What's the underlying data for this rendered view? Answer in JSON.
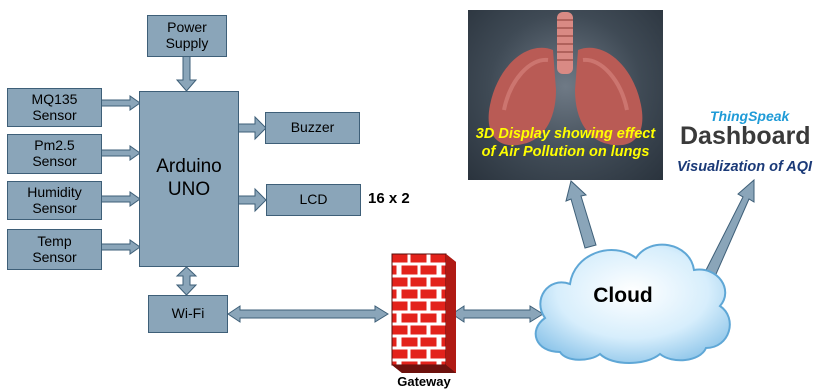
{
  "blocks": {
    "power_supply": "Power\nSupply",
    "arduino": "Arduino\nUNO",
    "buzzer": "Buzzer",
    "lcd": "LCD",
    "lcd_size": "16 x 2",
    "wifi": "Wi-Fi"
  },
  "sensors": [
    {
      "label": "MQ135\nSensor"
    },
    {
      "label": "Pm2.5\nSensor"
    },
    {
      "label": "Humidity\nSensor"
    },
    {
      "label": "Temp\nSensor"
    }
  ],
  "gateway": {
    "label": "Gateway"
  },
  "cloud": {
    "label": "Cloud"
  },
  "display": {
    "caption": "3D Display showing effect\nof Air Pollution on lungs"
  },
  "dashboard": {
    "brand": "ThingSpeak",
    "title": "Dashboard",
    "subtitle": "Visualization of AQI"
  },
  "colors": {
    "block_fill": "#8aa5b9",
    "block_border": "#3e5f78",
    "arrow_fill": "#8aa5b9",
    "arrow_stroke": "#3e5f78",
    "firewall_brick": "#e3221b",
    "cloud_fill": "#bfe3fa",
    "caption_text": "#ffff00",
    "thingspeak_brand": "#1f9bd7",
    "aqi_text": "#1b3a78"
  }
}
